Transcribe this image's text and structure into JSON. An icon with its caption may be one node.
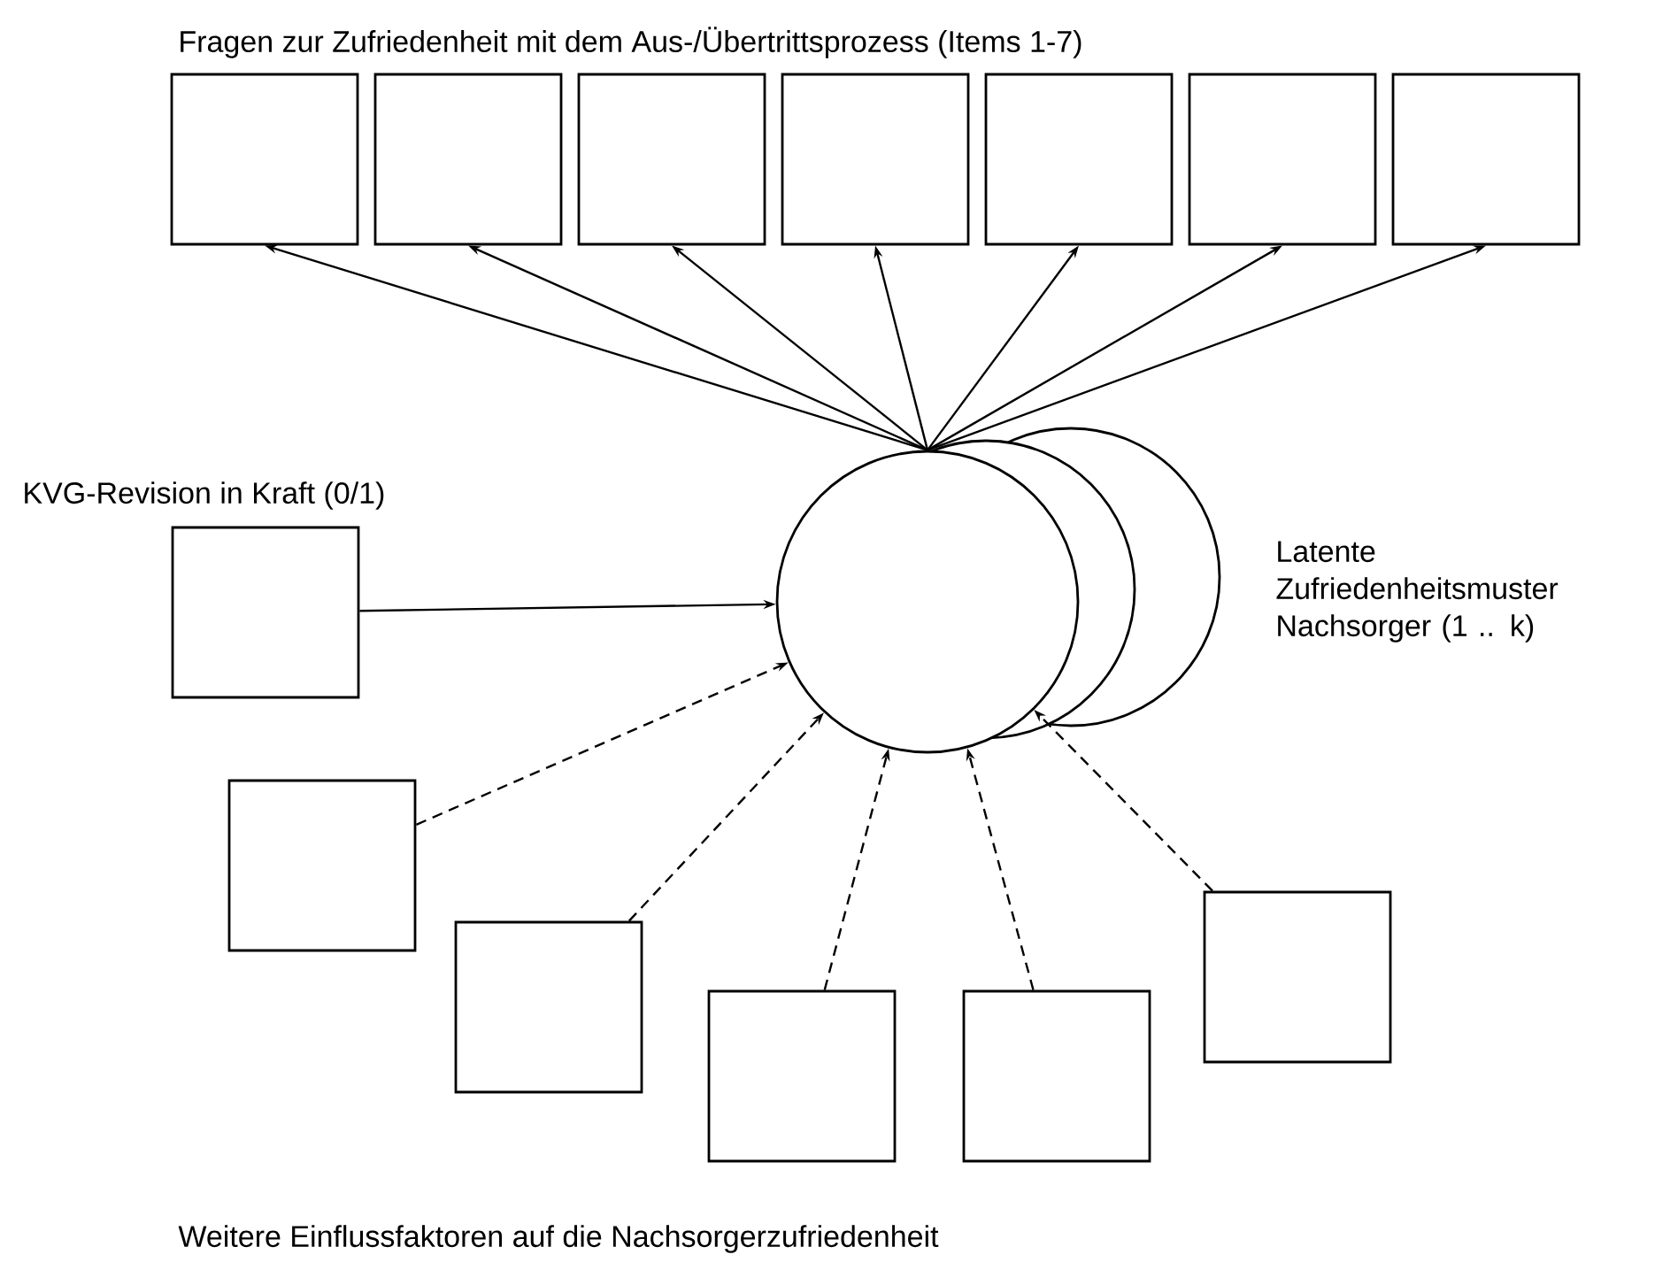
{
  "diagram": {
    "nodes": [
      {
        "text": [],
        "shape": "box"
      },
      {
        "text": [],
        "shape": "box"
      },
      {
        "text": [],
        "shape": "box"
      },
      {
        "text": [],
        "shape": "box"
      },
      {
        "text": [],
        "shape": "box"
      },
      {
        "text": [],
        "shape": "box"
      },
      {
        "text": [],
        "shape": "box"
      },
      {
        "text": [
          "KVG-Revision in Kraft (0/1)"
        ]
      },
      {
        "text": [],
        "shape": "circle",
        "beside": [
          "Latente Zufriedenheitsmuster Nachsorger (1 .. k)"
        ]
      },
      {
        "text": [],
        "shape": "box"
      },
      {
        "text": [],
        "shape": "box"
      },
      {
        "text": [],
        "shape": "box"
      },
      {
        "text": [],
        "shape": "box"
      },
      {
        "text": [],
        "shape": "box"
      }
    ],
    "edges": [
      {
        "from": 8,
        "to": 0,
        "arrow": "to"
      },
      {
        "from": 8,
        "to": 1,
        "arrow": "to"
      },
      {
        "from": 8,
        "to": 2,
        "arrow": "to"
      },
      {
        "from": 8,
        "to": 3,
        "arrow": "to"
      },
      {
        "from": 8,
        "to": 4,
        "arrow": "to"
      },
      {
        "from": 8,
        "to": 5,
        "arrow": "to"
      },
      {
        "from": 8,
        "to": 6,
        "arrow": "to"
      },
      {
        "from": 7,
        "to": 8,
        "arrow": "to"
      },
      {
        "from": 9,
        "to": 8,
        "arrow": "to",
        "style": "dashed"
      },
      {
        "from": 10,
        "to": 8,
        "arrow": "to",
        "style": "dashed"
      },
      {
        "from": 11,
        "to": 8,
        "arrow": "to",
        "style": "dashed"
      },
      {
        "from": 12,
        "to": 8,
        "arrow": "to",
        "style": "dashed"
      },
      {
        "from": 13,
        "to": 8,
        "arrow": "to",
        "style": "dashed"
      }
    ],
    "labels": [
      "Fragen zur Zufriedenheit mit dem Aus-/Übertrittsprozess (Items 1-7)",
      "Weitere Einflussfaktoren auf die Nachsorgerzufriedenheit"
    ]
  }
}
